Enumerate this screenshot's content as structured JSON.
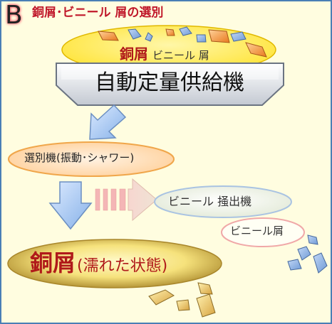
{
  "header": {
    "badge": "B",
    "title": "銅屑･ビニール 屑の選別"
  },
  "hopper_label": {
    "copper": "銅屑",
    "vinyl": "ビニール 屑"
  },
  "feeder": {
    "label": "自動定量供給機"
  },
  "separator": {
    "label": "選別機(振動･シャワー)"
  },
  "vinyl_extractor": {
    "label": "ビニール 掻出機"
  },
  "vinyl_scrap": {
    "label": "ビニール屑"
  },
  "copper_result": {
    "main": "銅屑",
    "sub": "(濡れた状態)"
  },
  "colors": {
    "frame": "#4a7fb5",
    "background": "#fffde0",
    "title_red": "#c0182a",
    "yellow_ellipse": "#ffe84a",
    "orange_ellipse": "#ffd9b0",
    "blue_arrow": "#9ec3f0",
    "pink_arrow": "#f4b6b6",
    "copper_chip": "#f29a3c",
    "blue_chip": "#7fa8dc"
  },
  "icons": [
    "copper-chip-icon",
    "vinyl-chip-icon",
    "down-arrow-icon",
    "right-arrow-icon"
  ]
}
